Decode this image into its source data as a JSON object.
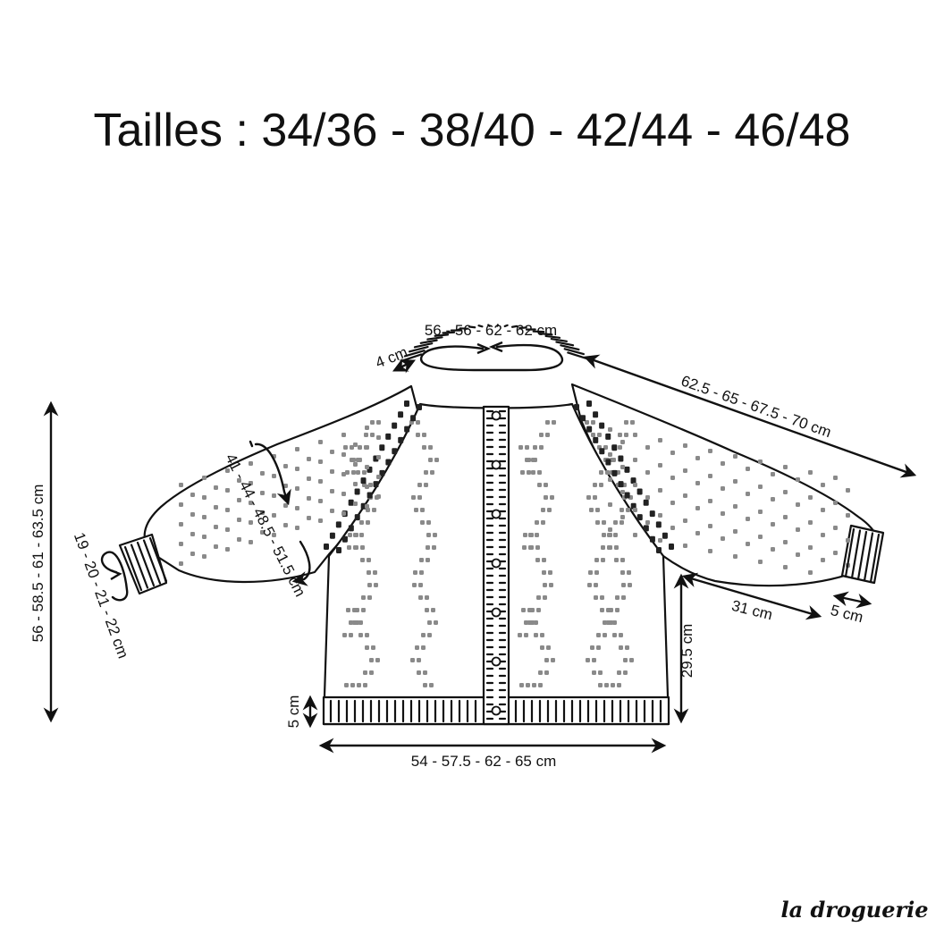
{
  "title": "Tailles : 34/36 - 38/40 - 42/44 - 46/48",
  "brand": "la droguerie",
  "measurements": {
    "neck_circumference": "56 - 56 - 62 - 62 cm",
    "collar_height": "4 cm",
    "raglan_sleeve_length": "62.5 - 65 - 67.5 - 70 cm",
    "upper_arm_circumference": "41 - 44 - 48.5 - 51.5 cm",
    "total_sleeve_length": "56 - 58.5 - 61 - 63.5 cm",
    "wrist_circumference": "19 - 20 - 21 - 22 cm",
    "underarm_sleeve_length": "31 cm",
    "cuff_height": "5 cm",
    "body_length": "29.5 cm",
    "hem_height": "5 cm",
    "hem_width": "54 - 57.5 - 62 - 65 cm"
  },
  "colors": {
    "ink": "#111111",
    "dots": "#8a8a8a"
  }
}
